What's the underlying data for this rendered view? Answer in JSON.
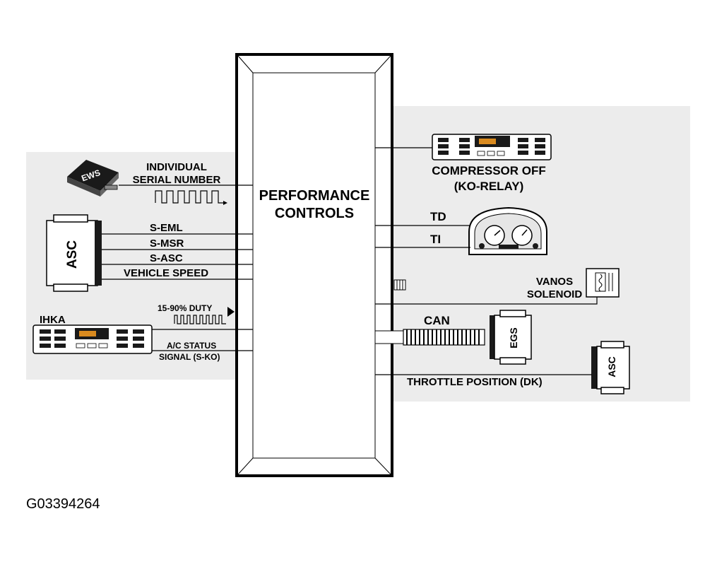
{
  "colors": {
    "panel_background": "#ececec",
    "display_orange": "#d98a1f",
    "outline": "#000000"
  },
  "central_box": {
    "title_line1": "PERFORMANCE",
    "title_line2": "CONTROLS"
  },
  "inputs": {
    "ews_badge": "EWS",
    "serial_line1": "INDIVIDUAL",
    "serial_line2": "SERIAL NUMBER",
    "asc_badge": "ASC",
    "s_eml": "S-EML",
    "s_msr": "S-MSR",
    "s_asc": "S-ASC",
    "vehicle_speed": "VEHICLE SPEED",
    "ihka": "IHKA",
    "duty": "15-90% DUTY",
    "ac_status_line1": "A/C STATUS",
    "ac_status_line2": "SIGNAL  (S-KO)"
  },
  "outputs": {
    "compressor_line1": "COMPRESSOR OFF",
    "compressor_line2": "(KO-RELAY)",
    "td": "TD",
    "ti": "TI",
    "vanos_line1": "VANOS",
    "vanos_line2": "SOLENOID",
    "can": "CAN",
    "egs_badge": "EGS",
    "throttle": "THROTTLE POSITION (DK)",
    "asc_badge": "ASC"
  },
  "figure_id": "G03394264"
}
